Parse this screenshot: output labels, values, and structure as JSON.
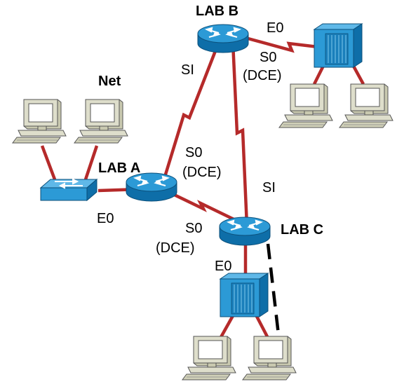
{
  "nodes": {
    "lab_b": "LAB B",
    "lab_a": "LAB A",
    "lab_c": "LAB C",
    "net": "Net"
  },
  "interfaces": {
    "b_e0": "E0",
    "b_s0": "S0",
    "b_s0_dce": "(DCE)",
    "b_si": "SI",
    "a_s0": "S0",
    "a_s0_dce": "(DCE)",
    "a_e0": "E0",
    "c_si": "SI",
    "c_s0": "S0",
    "c_s0_dce": "(DCE)",
    "c_e0": "E0"
  },
  "colors": {
    "link": "#b52a2a",
    "device": "#1a8fcf",
    "pc_body": "#d9d9c2",
    "dashed": "#000000"
  }
}
